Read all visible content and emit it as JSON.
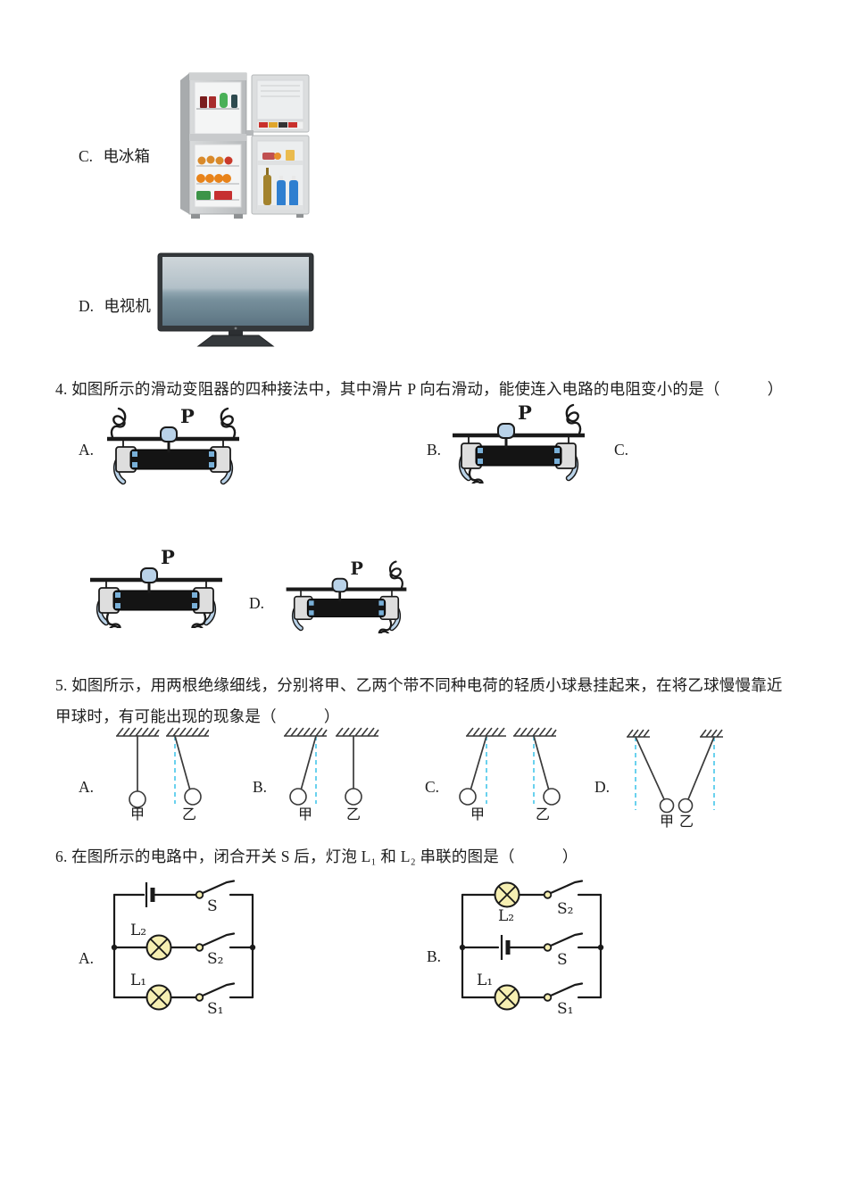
{
  "colors": {
    "lamp_fill": "#f6efb2",
    "pivot_fill": "#f6efb2",
    "dashed_guide": "#45c6ea",
    "wire": "#1a1a1a",
    "clip_blue": "#b9d2e8",
    "terminal_blue": "#79b0d8"
  },
  "q3": {
    "option_c": {
      "label": "C.",
      "text": "电冰箱"
    },
    "option_d": {
      "label": "D.",
      "text": "电视机"
    }
  },
  "q4": {
    "text": "4. 如图所示的滑动变阻器的四种接法中，其中滑片 P 向右滑动，能使连入电路的电阻变小的是（　　　）",
    "labels": {
      "a": "A.",
      "b": "B.",
      "c": "C.",
      "d": "D."
    },
    "slider": "P"
  },
  "q5": {
    "line1": "5. 如图所示，用两根绝缘细线，分别将甲、乙两个带不同种电荷的轻质小球悬挂起来，在将乙球慢慢靠近",
    "line2": "甲球时，有可能出现的现象是（　　　）",
    "labels": {
      "a": "A.",
      "b": "B.",
      "c": "C.",
      "d": "D."
    },
    "jia": "甲",
    "yi": "乙"
  },
  "q6": {
    "text": "6. 在图所示的电路中，闭合开关 S 后，灯泡 L₁ 和 L₂ 串联的图是（　　　）",
    "labels": {
      "a": "A.",
      "b": "B."
    },
    "circuit_a": {
      "switch_top": "S",
      "lamp_mid": "L₂",
      "switch_mid": "S₂",
      "lamp_bottom": "L₁",
      "switch_bottom": "S₁"
    },
    "circuit_b": {
      "lamp_top": "L₂",
      "switch_top": "S₂",
      "switch_mid": "S",
      "lamp_bottom": "L₁",
      "switch_bottom": "S₁"
    }
  }
}
